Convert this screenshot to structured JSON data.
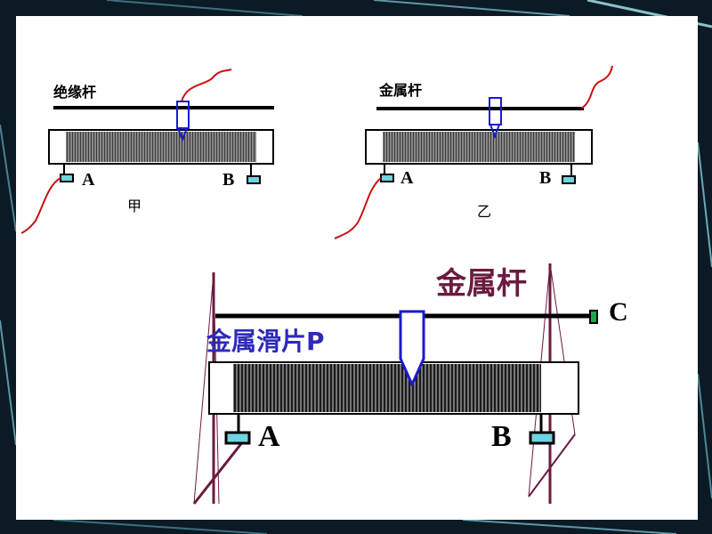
{
  "diagram_a": {
    "rod_label": "绝缘杆",
    "terminal_a": "A",
    "terminal_b": "B",
    "caption": "甲"
  },
  "diagram_b": {
    "rod_label": "金属杆",
    "terminal_a": "A",
    "terminal_b": "B",
    "caption": "乙"
  },
  "diagram_c": {
    "rod_label": "金属杆",
    "slider_label": "金属滑片P",
    "terminal_a": "A",
    "terminal_b": "B",
    "terminal_c": "C"
  },
  "colors": {
    "wire": "#cc1111",
    "slider": "#1a1acc",
    "maroon_text": "#6b1a3f",
    "blue_text": "#2d2ab8",
    "terminal": "#6fd3e0",
    "terminal_c": "#1fa84a"
  }
}
